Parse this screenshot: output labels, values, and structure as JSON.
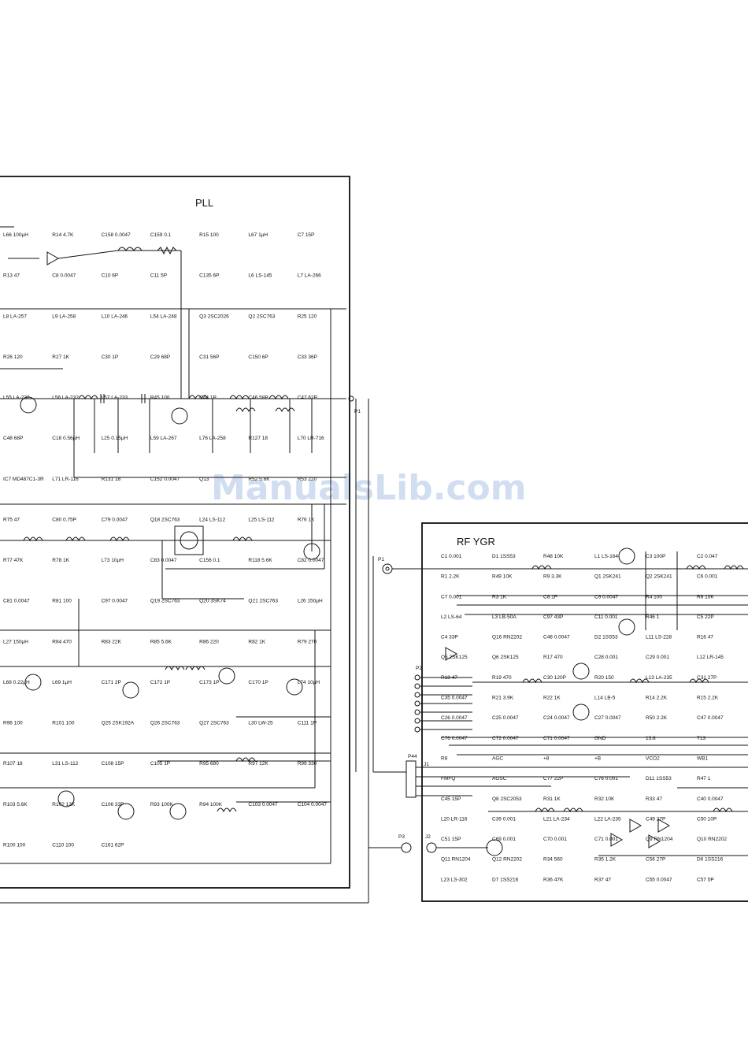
{
  "watermark": "ManualsLib.com",
  "pll": {
    "title": "PLL",
    "port": "P1",
    "labels": [
      "L66 100μH",
      "R14 4.7K",
      "C158 0.0047",
      "C159 0.1",
      "R15 100",
      "L67 1μH",
      "C7 15P",
      "R13 47",
      "C8 0.0047",
      "C10 6P",
      "C11 5P",
      "C135 6P",
      "L6 LS-145",
      "L7 LA-266",
      "L8 LA-257",
      "L9 LA-258",
      "L10 LA-246",
      "L54 LA-248",
      "Q3 2SC2026",
      "Q2 2SC763",
      "R25 120",
      "R26 120",
      "R27 1K",
      "C30 1P",
      "C29 68P",
      "C31 56P",
      "C150 6P",
      "C33 36P",
      "L55 LA-232",
      "L56 LA-232",
      "L57 LA-233",
      "R45 100",
      "C44 1P",
      "C46 58P",
      "C47 62P",
      "C48 68P",
      "C18 0.56μH",
      "L25 0.15μH",
      "L59 LA-267",
      "L76 LA-258",
      "R127 18",
      "L70 LR-716",
      "IC7 MD487C1-3R",
      "L71 LR-116",
      "R131 18",
      "C152 0.0047",
      "Q13",
      "R52 5.6K",
      "R53 220",
      "R75 47",
      "C80 0.75P",
      "C79 0.0047",
      "Q18 2SC763",
      "L24 LS-112",
      "L25 LS-112",
      "R76 1K",
      "R77 47K",
      "R78 1K",
      "L73 10μH",
      "C83 0.0047",
      "C156 0.1",
      "R118 5.6K",
      "C82 0.0047",
      "C81 0.0047",
      "R81 100",
      "C97 0.0047",
      "Q19 2SC763",
      "Q20 3SK74",
      "Q21 2SC763",
      "L26 150μH",
      "L27 150μH",
      "R84 470",
      "R83 22K",
      "R85 5.6K",
      "R86 220",
      "R82 1K",
      "R79 270",
      "L68 0.22μH",
      "L69 1μH",
      "C171 2P",
      "C172 1P",
      "C173 1P",
      "C170 1P",
      "L74 10μH",
      "R96 100",
      "R101 100",
      "Q25 2SK192A",
      "Q26 2SC763",
      "Q27 2SC763",
      "L30 LW-25",
      "C111 1P",
      "R107 18",
      "L31 LS-112",
      "C108 15P",
      "C105 1P",
      "R95 680",
      "R97 12K",
      "R99 330",
      "R103 5.6K",
      "R102 12K",
      "C106 33P",
      "R93 100K",
      "R94 100K",
      "C103 0.0047",
      "C104 0.0047",
      "R100 100",
      "C110 100",
      "C161 62P"
    ]
  },
  "rf": {
    "title": "RF YGR",
    "ports": [
      "P1",
      "J2",
      "P2",
      "J1",
      "P44",
      "P3"
    ],
    "labels": [
      "C1 0.001",
      "D1 1SS53",
      "R48 10K",
      "L1 LS-164",
      "C3 100P",
      "C2 0.047",
      "R1 2.2K",
      "R49 10K",
      "R9 3.3K",
      "Q1 2SK241",
      "Q2 2SK241",
      "C6 0.001",
      "C7 0.001",
      "R3 1K",
      "C8 1P",
      "C9 0.0047",
      "R4 100",
      "R6 10K",
      "L2 LS-64",
      "L3 LB-50A",
      "C97 43P",
      "C11 0.001",
      "R46 1",
      "C5 22P",
      "C4 33P",
      "Q16 RN2202",
      "C48 0.0047",
      "D2 1SS53",
      "L11 LS-228",
      "R16 47",
      "Q5 2SK125",
      "Q6 2SK125",
      "R17 470",
      "C28 0.001",
      "C29 0.001",
      "L12 LR-145",
      "R18 47",
      "R19 470",
      "C30 120P",
      "R20 150",
      "L13 LA-235",
      "C31 27P",
      "C35 0.0047",
      "R21 3.9K",
      "R22 1K",
      "L14 LB-5",
      "R14 2.2K",
      "R15 2.2K",
      "C26 0.0047",
      "C25 0.0047",
      "C24 0.0047",
      "C27 0.0047",
      "R50 2.2K",
      "C47 0.0047",
      "C76 0.0047",
      "C72 0.0047",
      "C71 0.0047",
      "GND",
      "13.8",
      "T13",
      "R8",
      "AGC",
      "+8",
      "+B",
      "VCO2",
      "WB1",
      "FMFQ",
      "AGSC",
      "C77 22P",
      "C76 0.001",
      "D11 1SS53",
      "R47 1",
      "C45 15P",
      "Q8 2SC2053",
      "R31 1K",
      "R32 10K",
      "R33 47",
      "C40 0.0047",
      "L20 LR-116",
      "C39 0.001",
      "L21 LA-234",
      "L22 LA-235",
      "C49 27P",
      "C50 10P",
      "C51 15P",
      "C69 0.001",
      "C70 0.001",
      "C71 0.001",
      "Q9 RN1204",
      "Q10 RN2202",
      "Q11 RN1204",
      "Q12 RN2202",
      "R34 560",
      "R35 1.2K",
      "C56 27P",
      "D6 1SS216",
      "L23 LS-302",
      "D7 1SS216",
      "R36 47K",
      "R37 47",
      "C55 0.0047",
      "C57 5P"
    ]
  }
}
